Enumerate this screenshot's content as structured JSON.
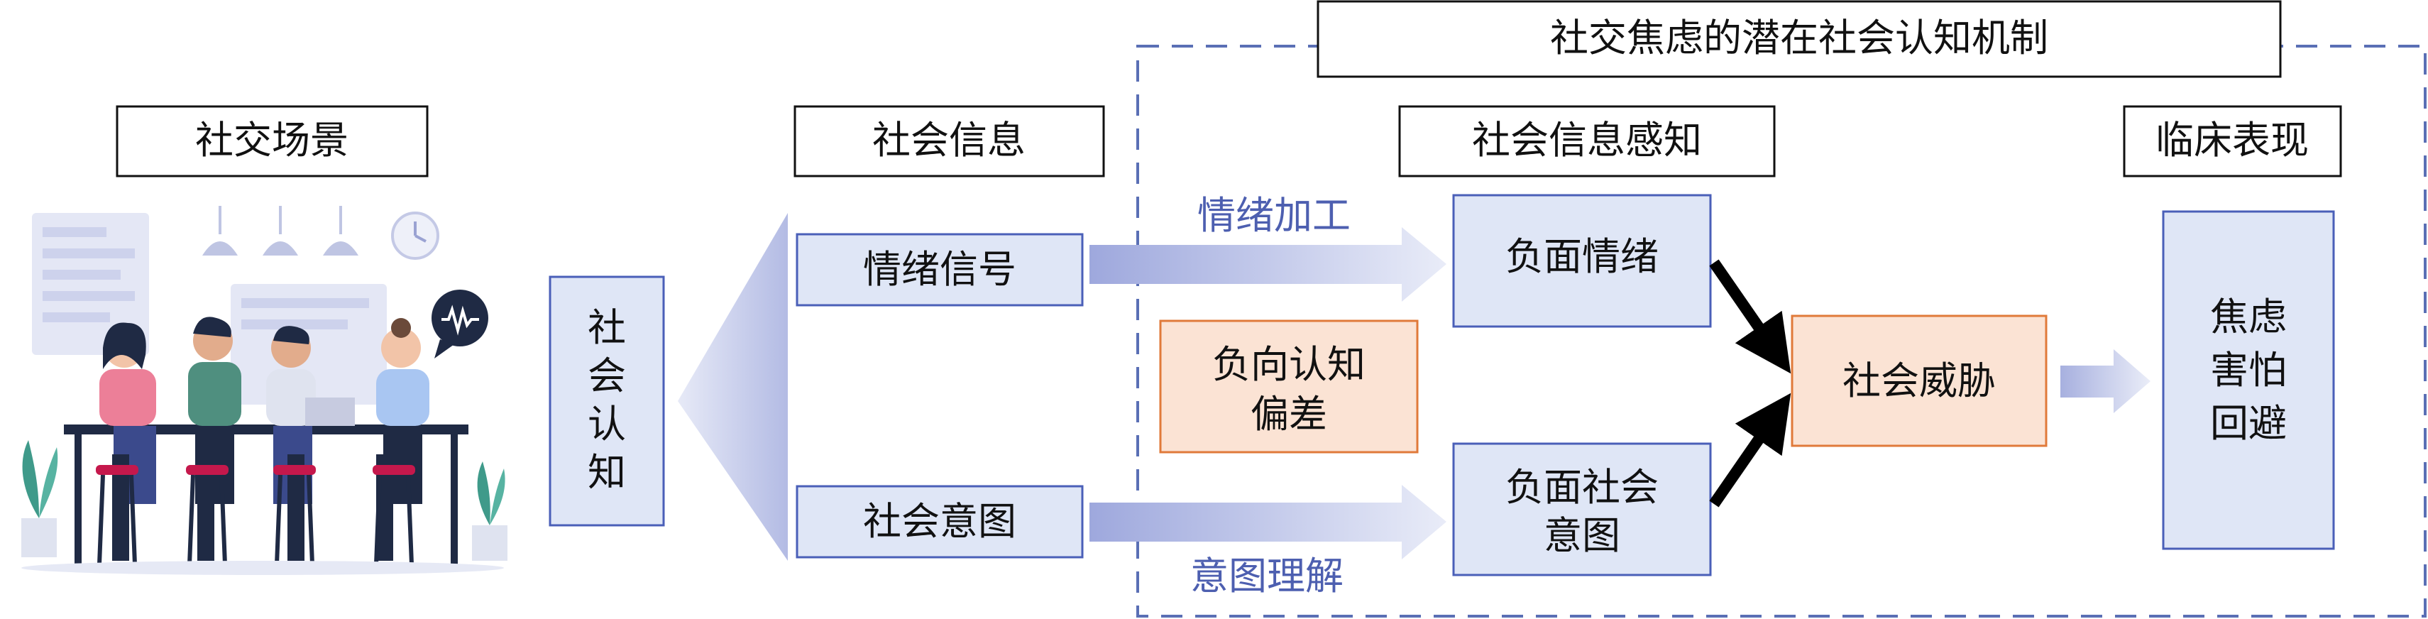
{
  "title": "社交焦虑的潜在社会认知机制",
  "headers": {
    "scene": "社交场景",
    "info": "社会信息",
    "perception": "社会信息感知",
    "clinical": "临床表现"
  },
  "cognition_box": [
    "社",
    "会",
    "认",
    "知"
  ],
  "signals": {
    "emotion": "情绪信号",
    "intent": "社会意图"
  },
  "processes": {
    "emotion": "情绪加工",
    "intent": "意图理解"
  },
  "perceptions": {
    "neg_emotion": "负面情绪",
    "neg_intent": [
      "负面社会",
      "意图"
    ]
  },
  "bias": [
    "负向认知",
    "偏差"
  ],
  "threat": "社会威胁",
  "clinical_box": [
    "焦虑",
    "害怕",
    "回避"
  ],
  "colors": {
    "box_fill": "#dfe6f6",
    "box_stroke": "#4a5fb8",
    "orange_fill": "#fbe3d4",
    "orange_stroke": "#e07a3a",
    "process_text": "#4d5fb0",
    "dash": "#5a6fb5"
  }
}
